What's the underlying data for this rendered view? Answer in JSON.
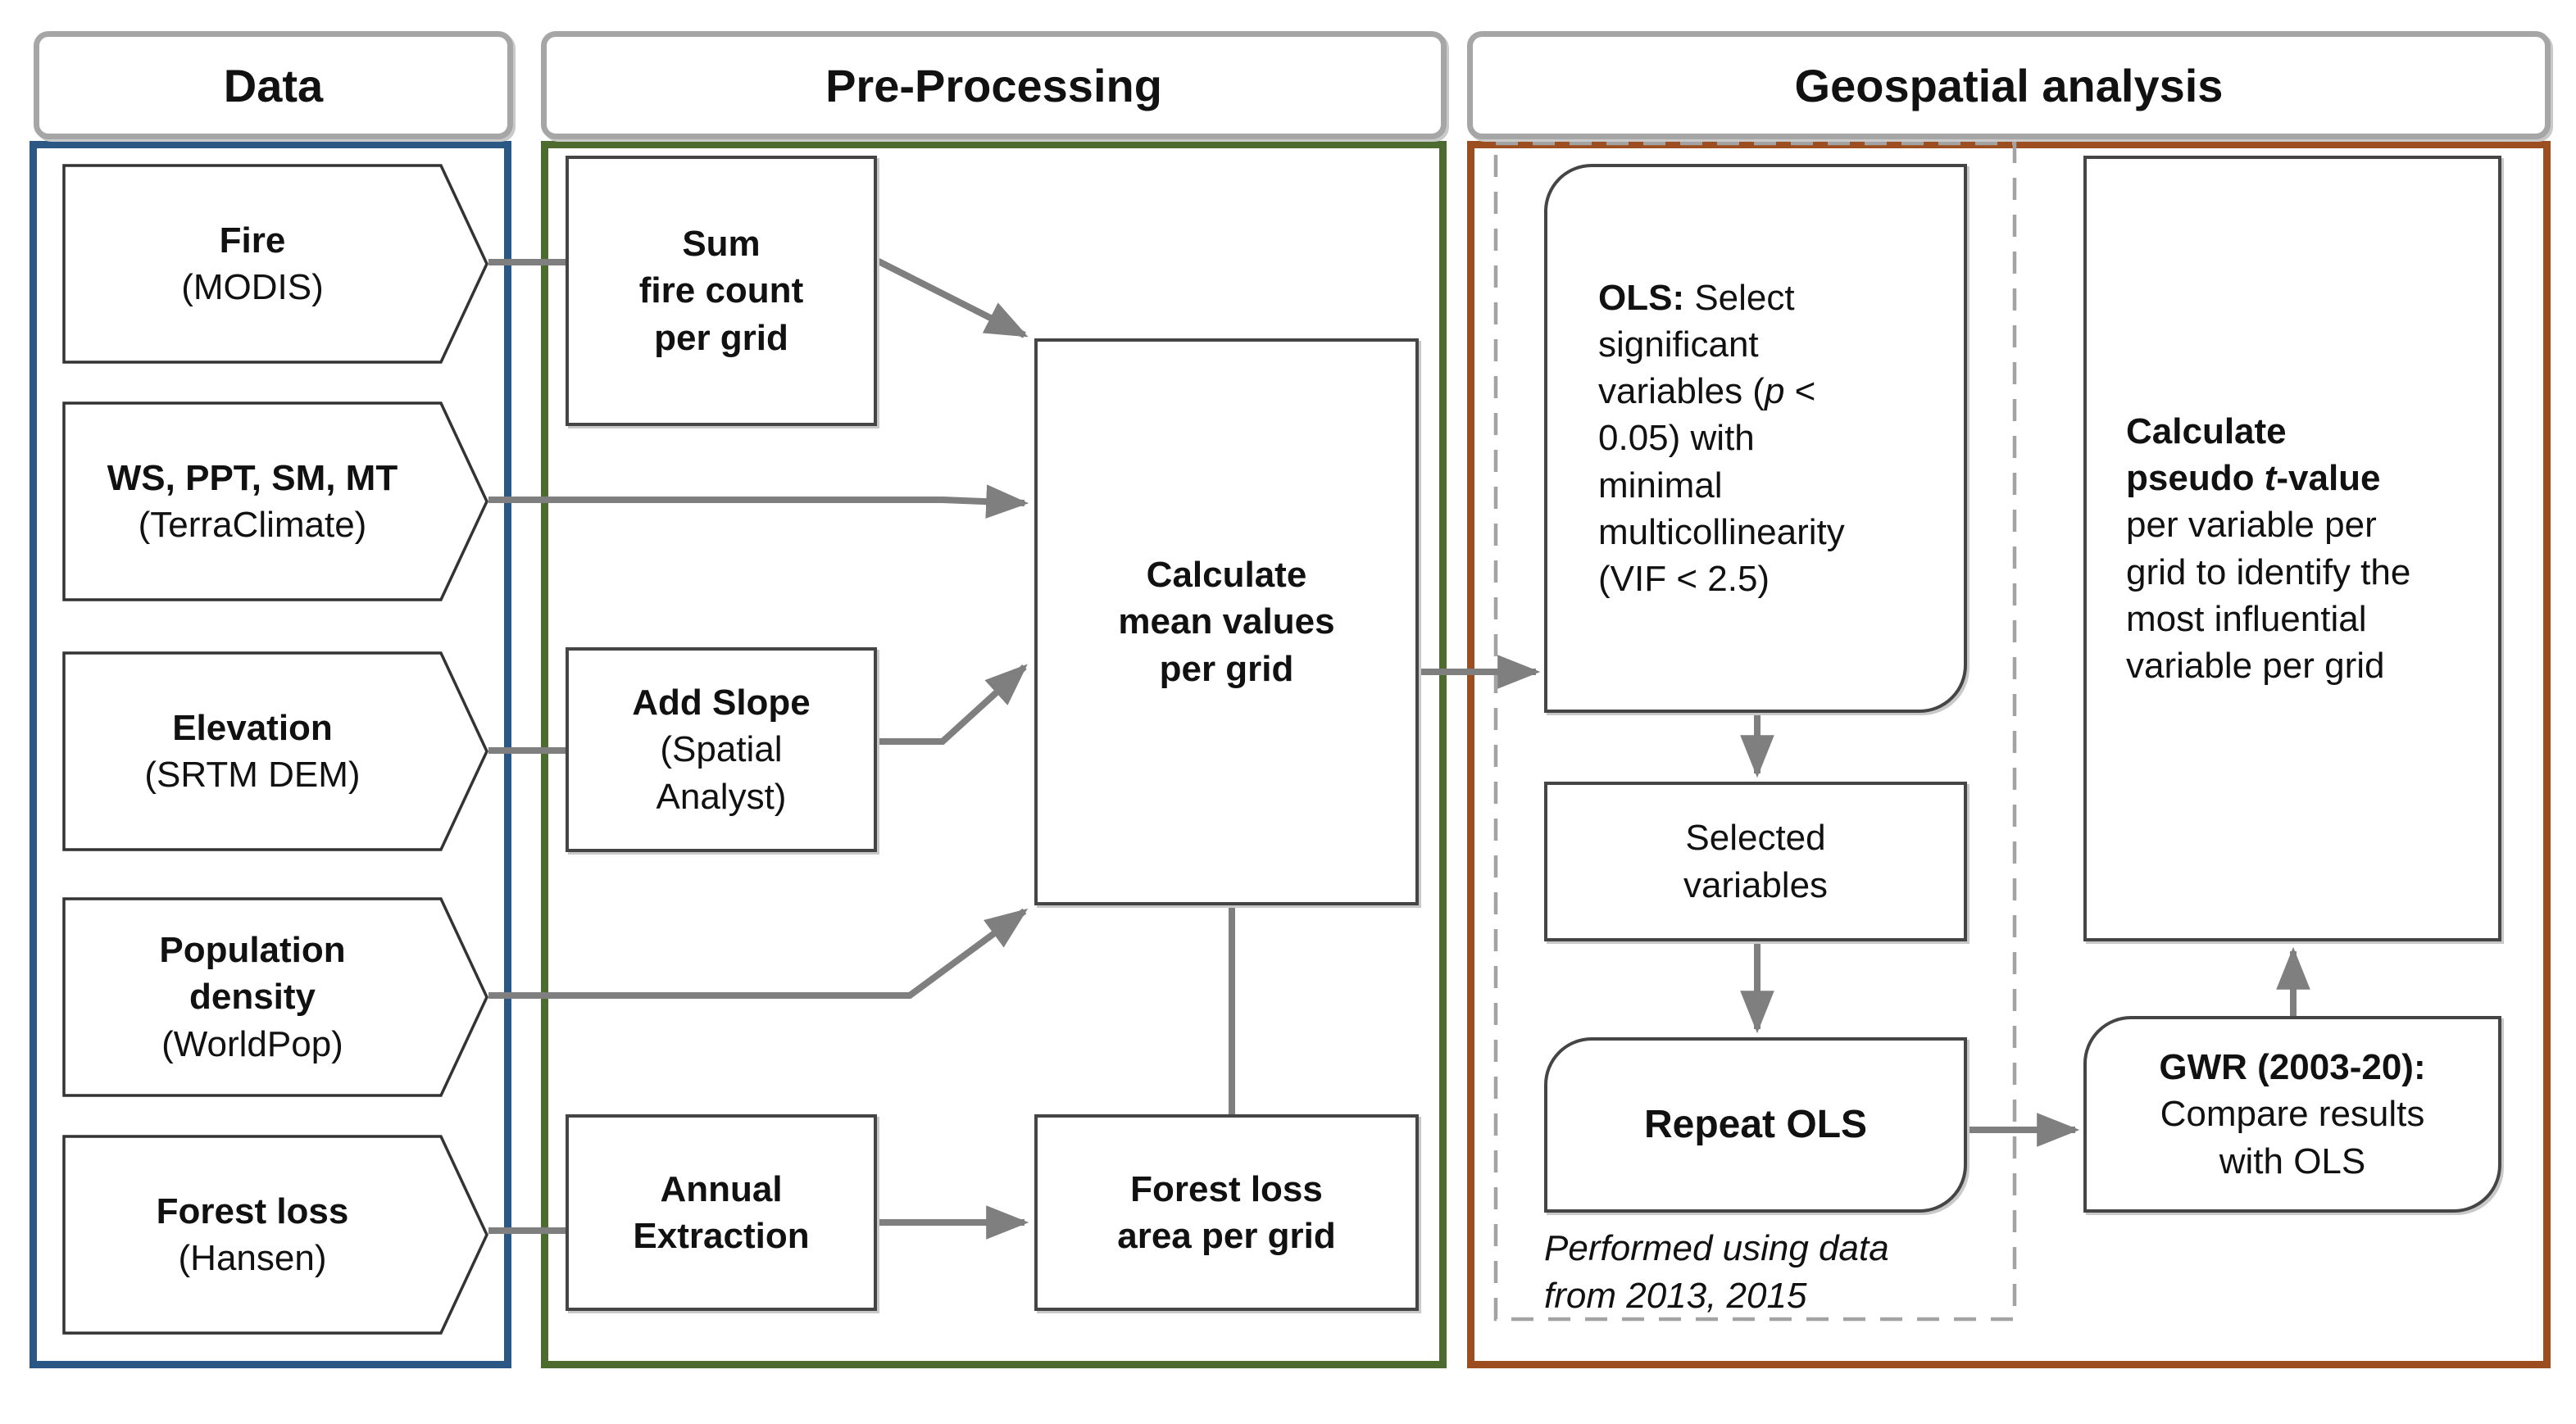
{
  "colors": {
    "data_border": "#2a5783",
    "pre_border": "#4e6b2f",
    "geo_border": "#9c4e20",
    "header_border": "#a6a6a6",
    "box_border": "#454545",
    "pentagon_border": "#333333",
    "connector": "#7f7f7f",
    "dashed_border": "#a3a3a3",
    "text": "#111111"
  },
  "sections": {
    "data": {
      "title": "Data",
      "items": [
        {
          "name": "Fire",
          "source": "(MODIS)"
        },
        {
          "name": "WS, PPT, SM, MT",
          "source": "(TerraClimate)"
        },
        {
          "name": "Elevation",
          "source": "(SRTM DEM)"
        },
        {
          "name": "Population\ndensity",
          "source": "(WorldPop)"
        },
        {
          "name": "Forest loss",
          "source": "(Hansen)"
        }
      ]
    },
    "preprocessing": {
      "title": "Pre-Processing",
      "sum_fire": "Sum\nfire count\nper grid",
      "add_slope_bold": "Add Slope",
      "add_slope_rest": "(Spatial\nAnalyst)",
      "calc_mean": "Calculate\nmean values\nper grid",
      "annual": "Annual\nExtraction",
      "forest_area": "Forest loss\narea per grid"
    },
    "geospatial": {
      "title": "Geospatial analysis",
      "ols": {
        "bold": "OLS:",
        "t1": " Select\nsignificant\nvariables (",
        "p": "p",
        "t2": " <\n0.05) with\nminimal\nmulticollinearity\n(VIF < 2.5)"
      },
      "selected": "Selected\nvariables",
      "repeat": "Repeat OLS",
      "note": "Performed using data\nfrom 2013, 2015",
      "pseudo": {
        "b1": "Calculate\npseudo ",
        "t": "t",
        "b2": "-value",
        "rest": "\nper variable per\ngrid to identify the\nmost influential\nvariable per grid"
      },
      "gwr": {
        "bold": "GWR (2003-20):",
        "rest": "Compare results\nwith OLS"
      }
    }
  }
}
